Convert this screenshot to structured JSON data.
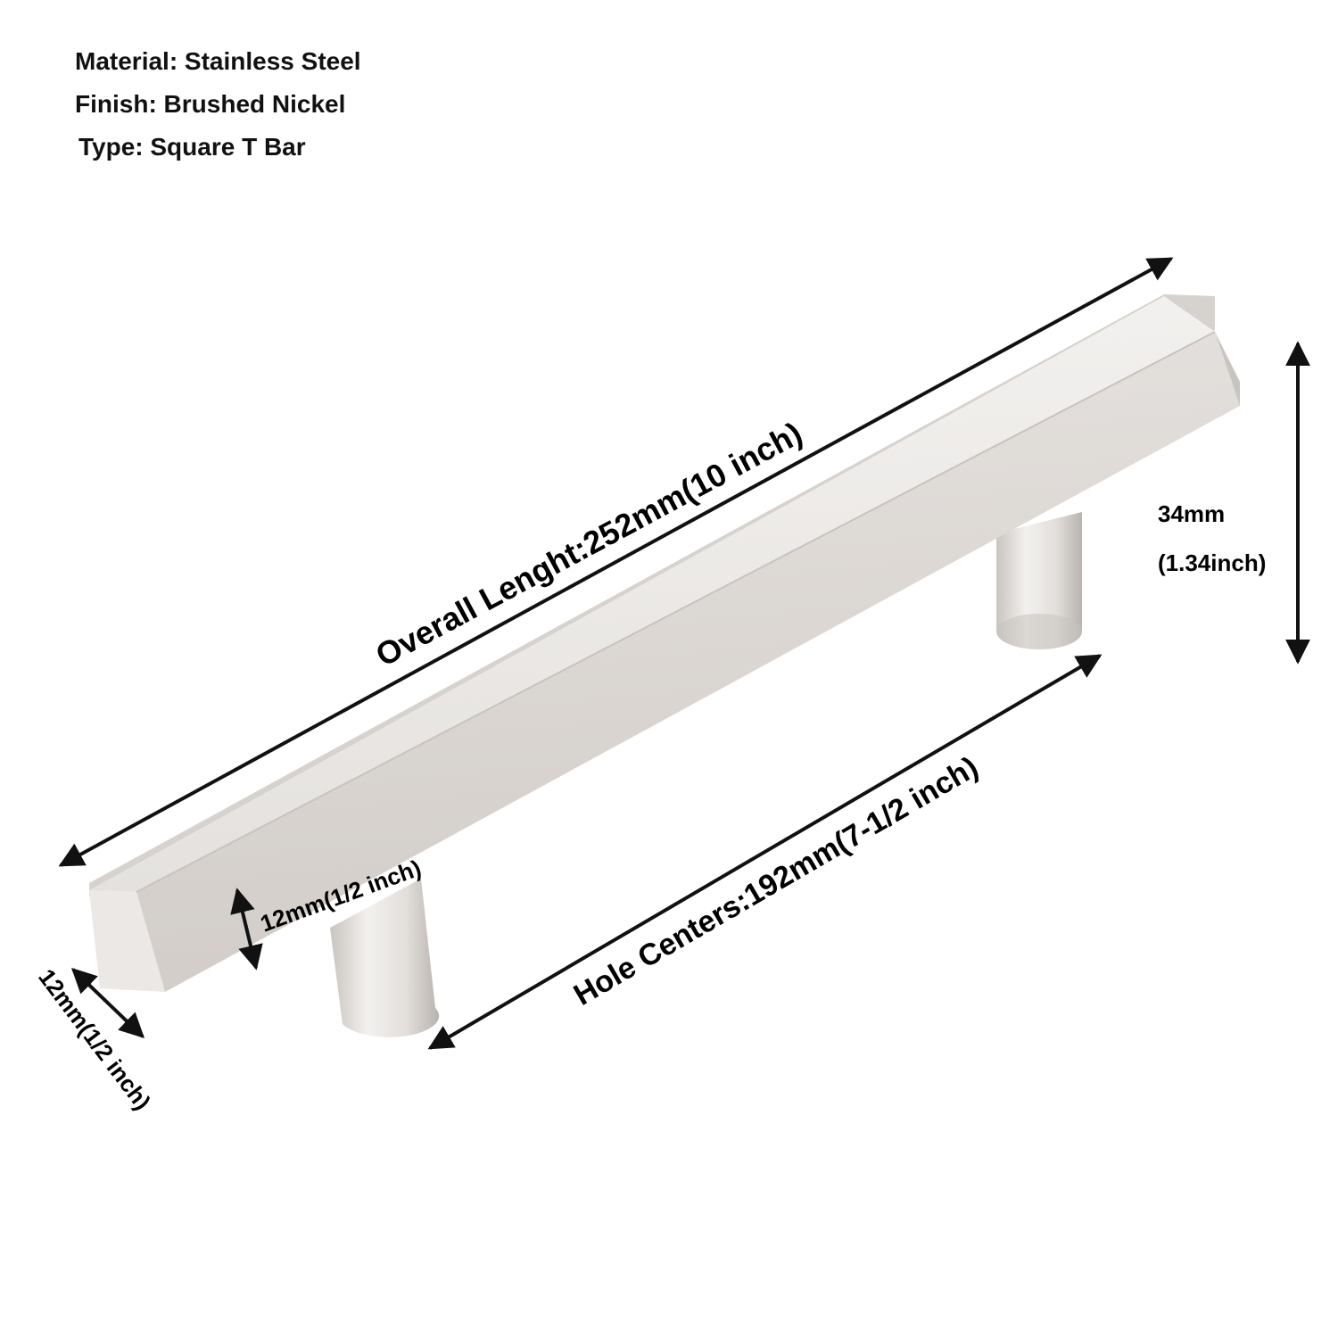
{
  "specs": {
    "material": "Material: Stainless Steel",
    "finish": "Finish: Brushed Nickel",
    "type": "Type: Square T Bar"
  },
  "dimensions": {
    "overall_length": "Overall Lenght:252mm(10 inch)",
    "hole_centers": "Hole Centers:192mm(7-1/2 inch)",
    "height_mm": "34mm",
    "height_inch": "(1.34inch)",
    "bar_thickness": "12mm(1/2 inch)",
    "bar_width": "12mm(1/2 inch)"
  },
  "colors": {
    "steel_light": "#eeebe8",
    "steel_mid": "#d9d5d1",
    "steel_dark": "#bdb8b3",
    "arrow": "#111111"
  }
}
